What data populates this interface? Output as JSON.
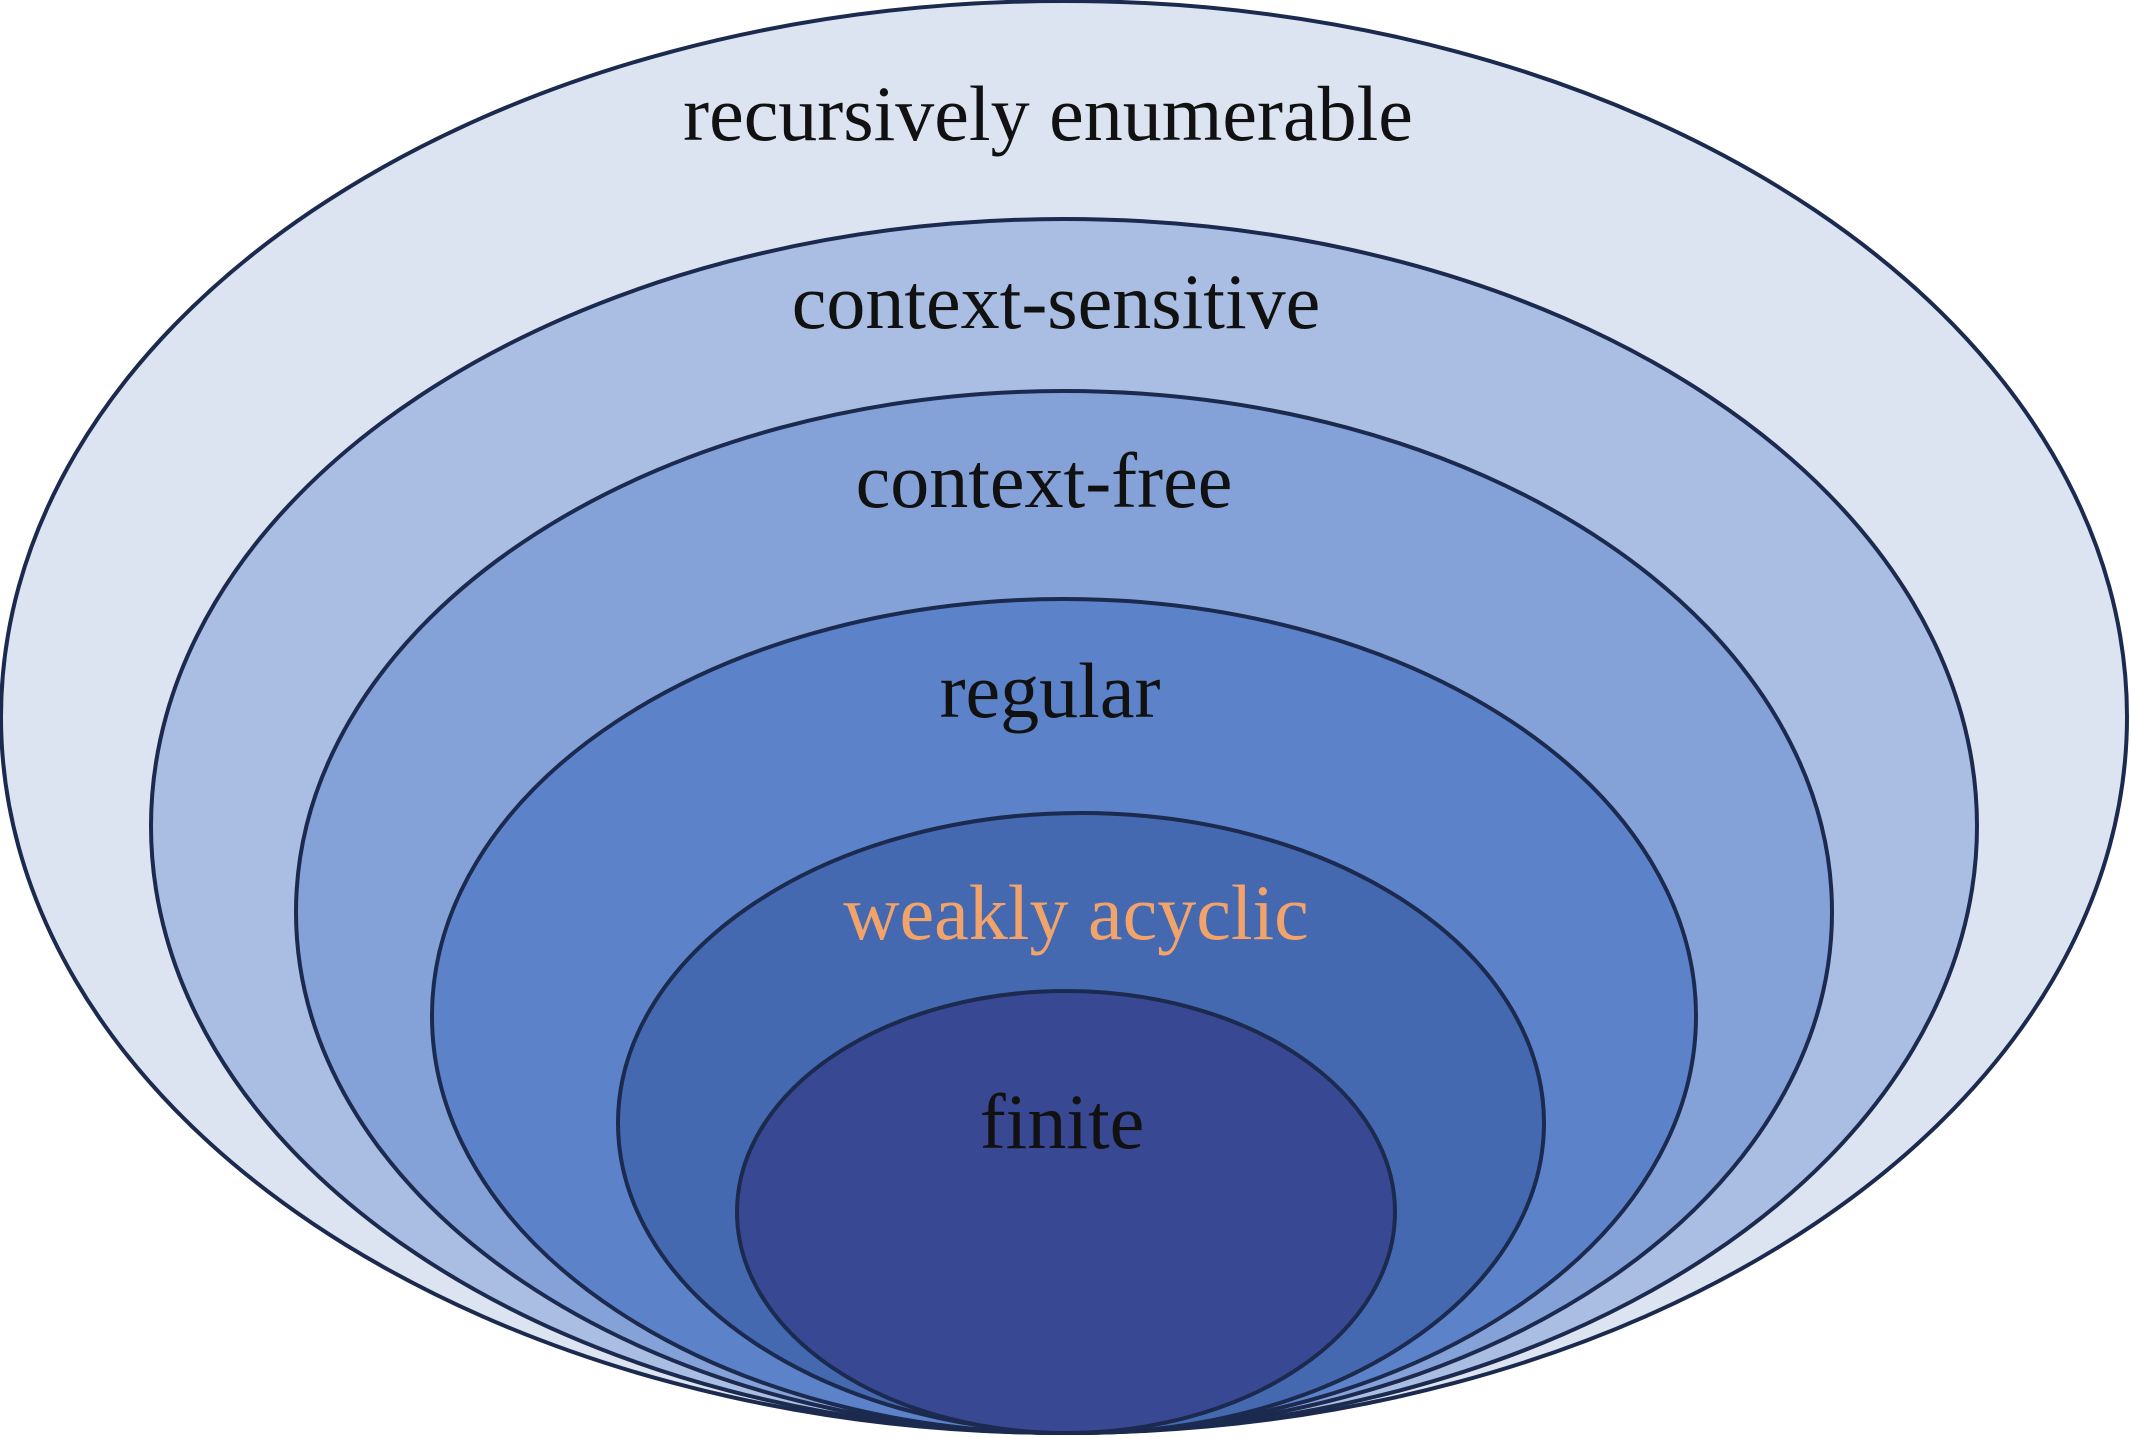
{
  "diagram": {
    "layers": [
      {
        "label": "recursively enumerable",
        "fill": "#dce4f2",
        "text_color": "#111111"
      },
      {
        "label": "context-sensitive",
        "fill": "#aabee4",
        "text_color": "#111111"
      },
      {
        "label": "context-free",
        "fill": "#84a2d8",
        "text_color": "#111111"
      },
      {
        "label": "regular",
        "fill": "#5c83c9",
        "text_color": "#111111"
      },
      {
        "label": "weakly acyclic",
        "fill": "#4469b0",
        "text_color": "#f2a36a"
      },
      {
        "label": "finite",
        "fill": "#394892",
        "text_color": "#111111"
      }
    ],
    "outline_color": "#1b2a4e"
  }
}
